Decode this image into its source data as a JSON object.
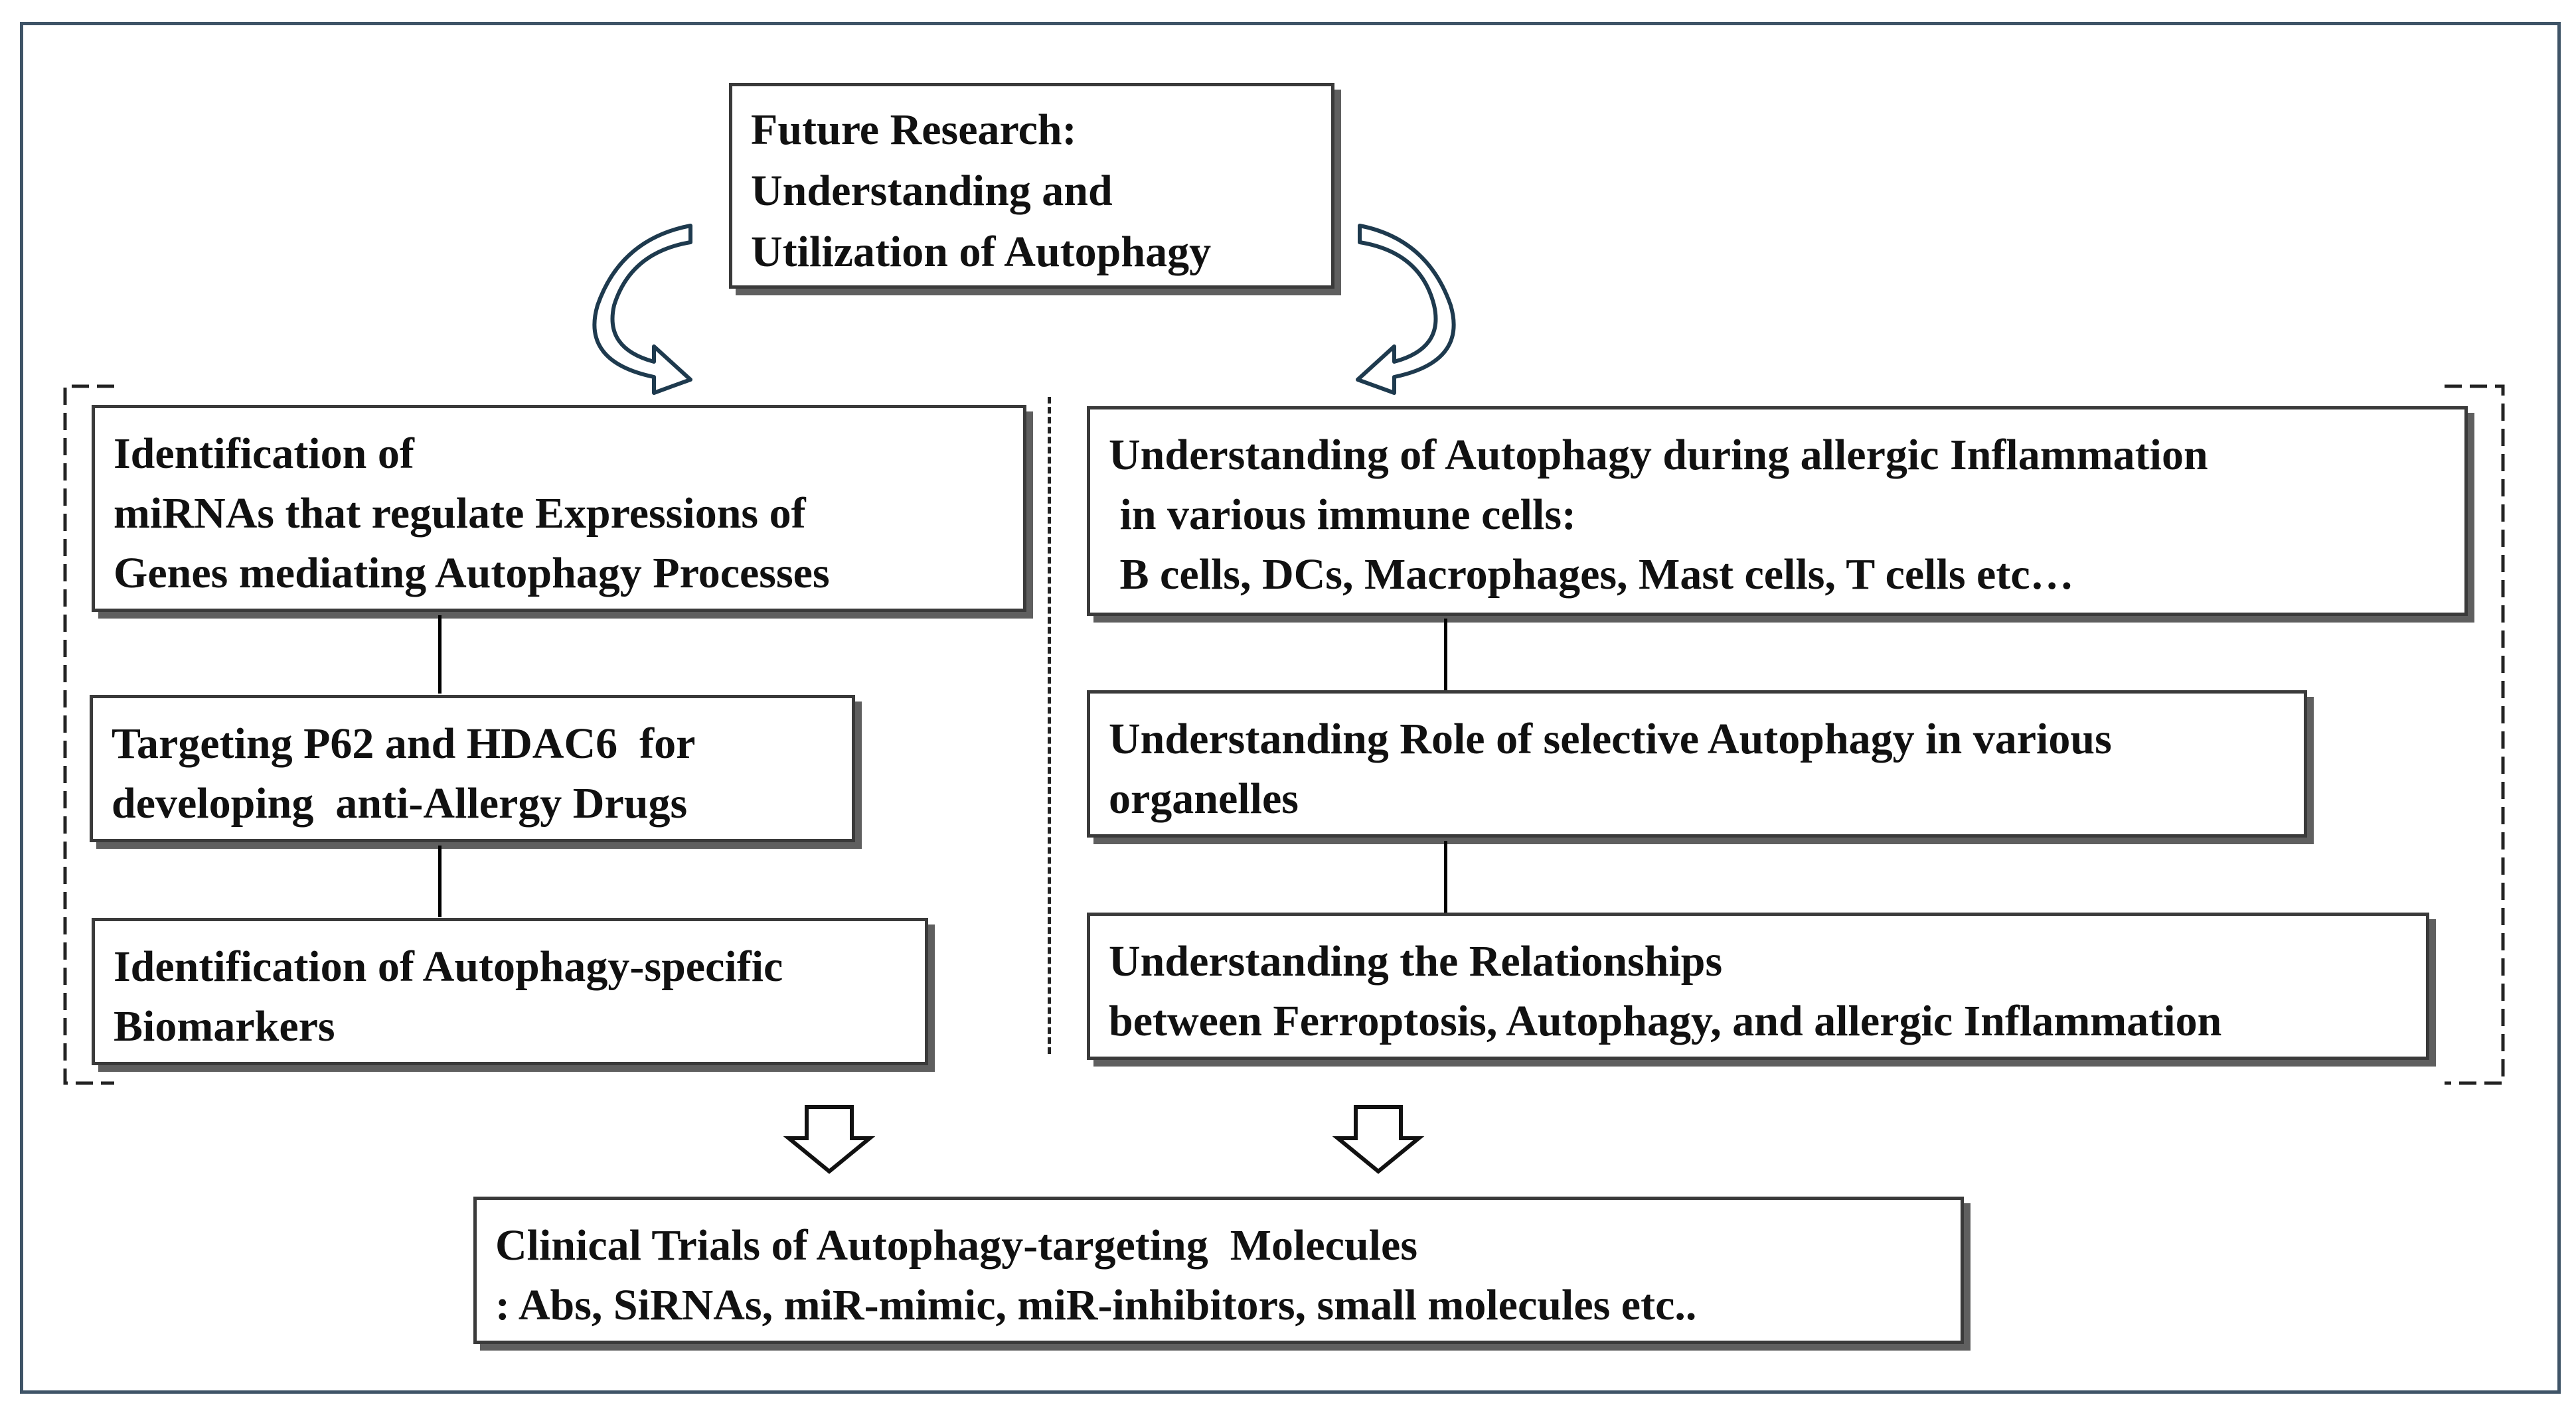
{
  "top_box": {
    "lines": [
      "Future Research:",
      "Understanding and",
      "Utilization of Autophagy"
    ]
  },
  "left_column": {
    "boxes": [
      {
        "lines": [
          "Identification of",
          "miRNAs that regulate Expressions of",
          "Genes mediating Autophagy Processes"
        ]
      },
      {
        "lines": [
          "Targeting P62 and HDAC6  for",
          "developing  anti-Allergy Drugs"
        ]
      },
      {
        "lines": [
          "Identification of Autophagy-specific",
          "Biomarkers"
        ]
      }
    ]
  },
  "right_column": {
    "boxes": [
      {
        "lines": [
          "Understanding of Autophagy during allergic Inflammation",
          " in various immune cells:",
          " B cells, DCs, Macrophages, Mast cells, T cells etc…"
        ]
      },
      {
        "lines": [
          "Understanding Role of selective Autophagy in various",
          "organelles"
        ]
      },
      {
        "lines": [
          "Understanding the Relationships",
          "between Ferroptosis, Autophagy, and allergic Inflammation"
        ]
      }
    ]
  },
  "bottom_box": {
    "lines": [
      "Clinical Trials of Autophagy-targeting  Molecules",
      ": Abs, SiRNAs, miR-mimic, miR-inhibitors, small molecules etc.."
    ]
  }
}
